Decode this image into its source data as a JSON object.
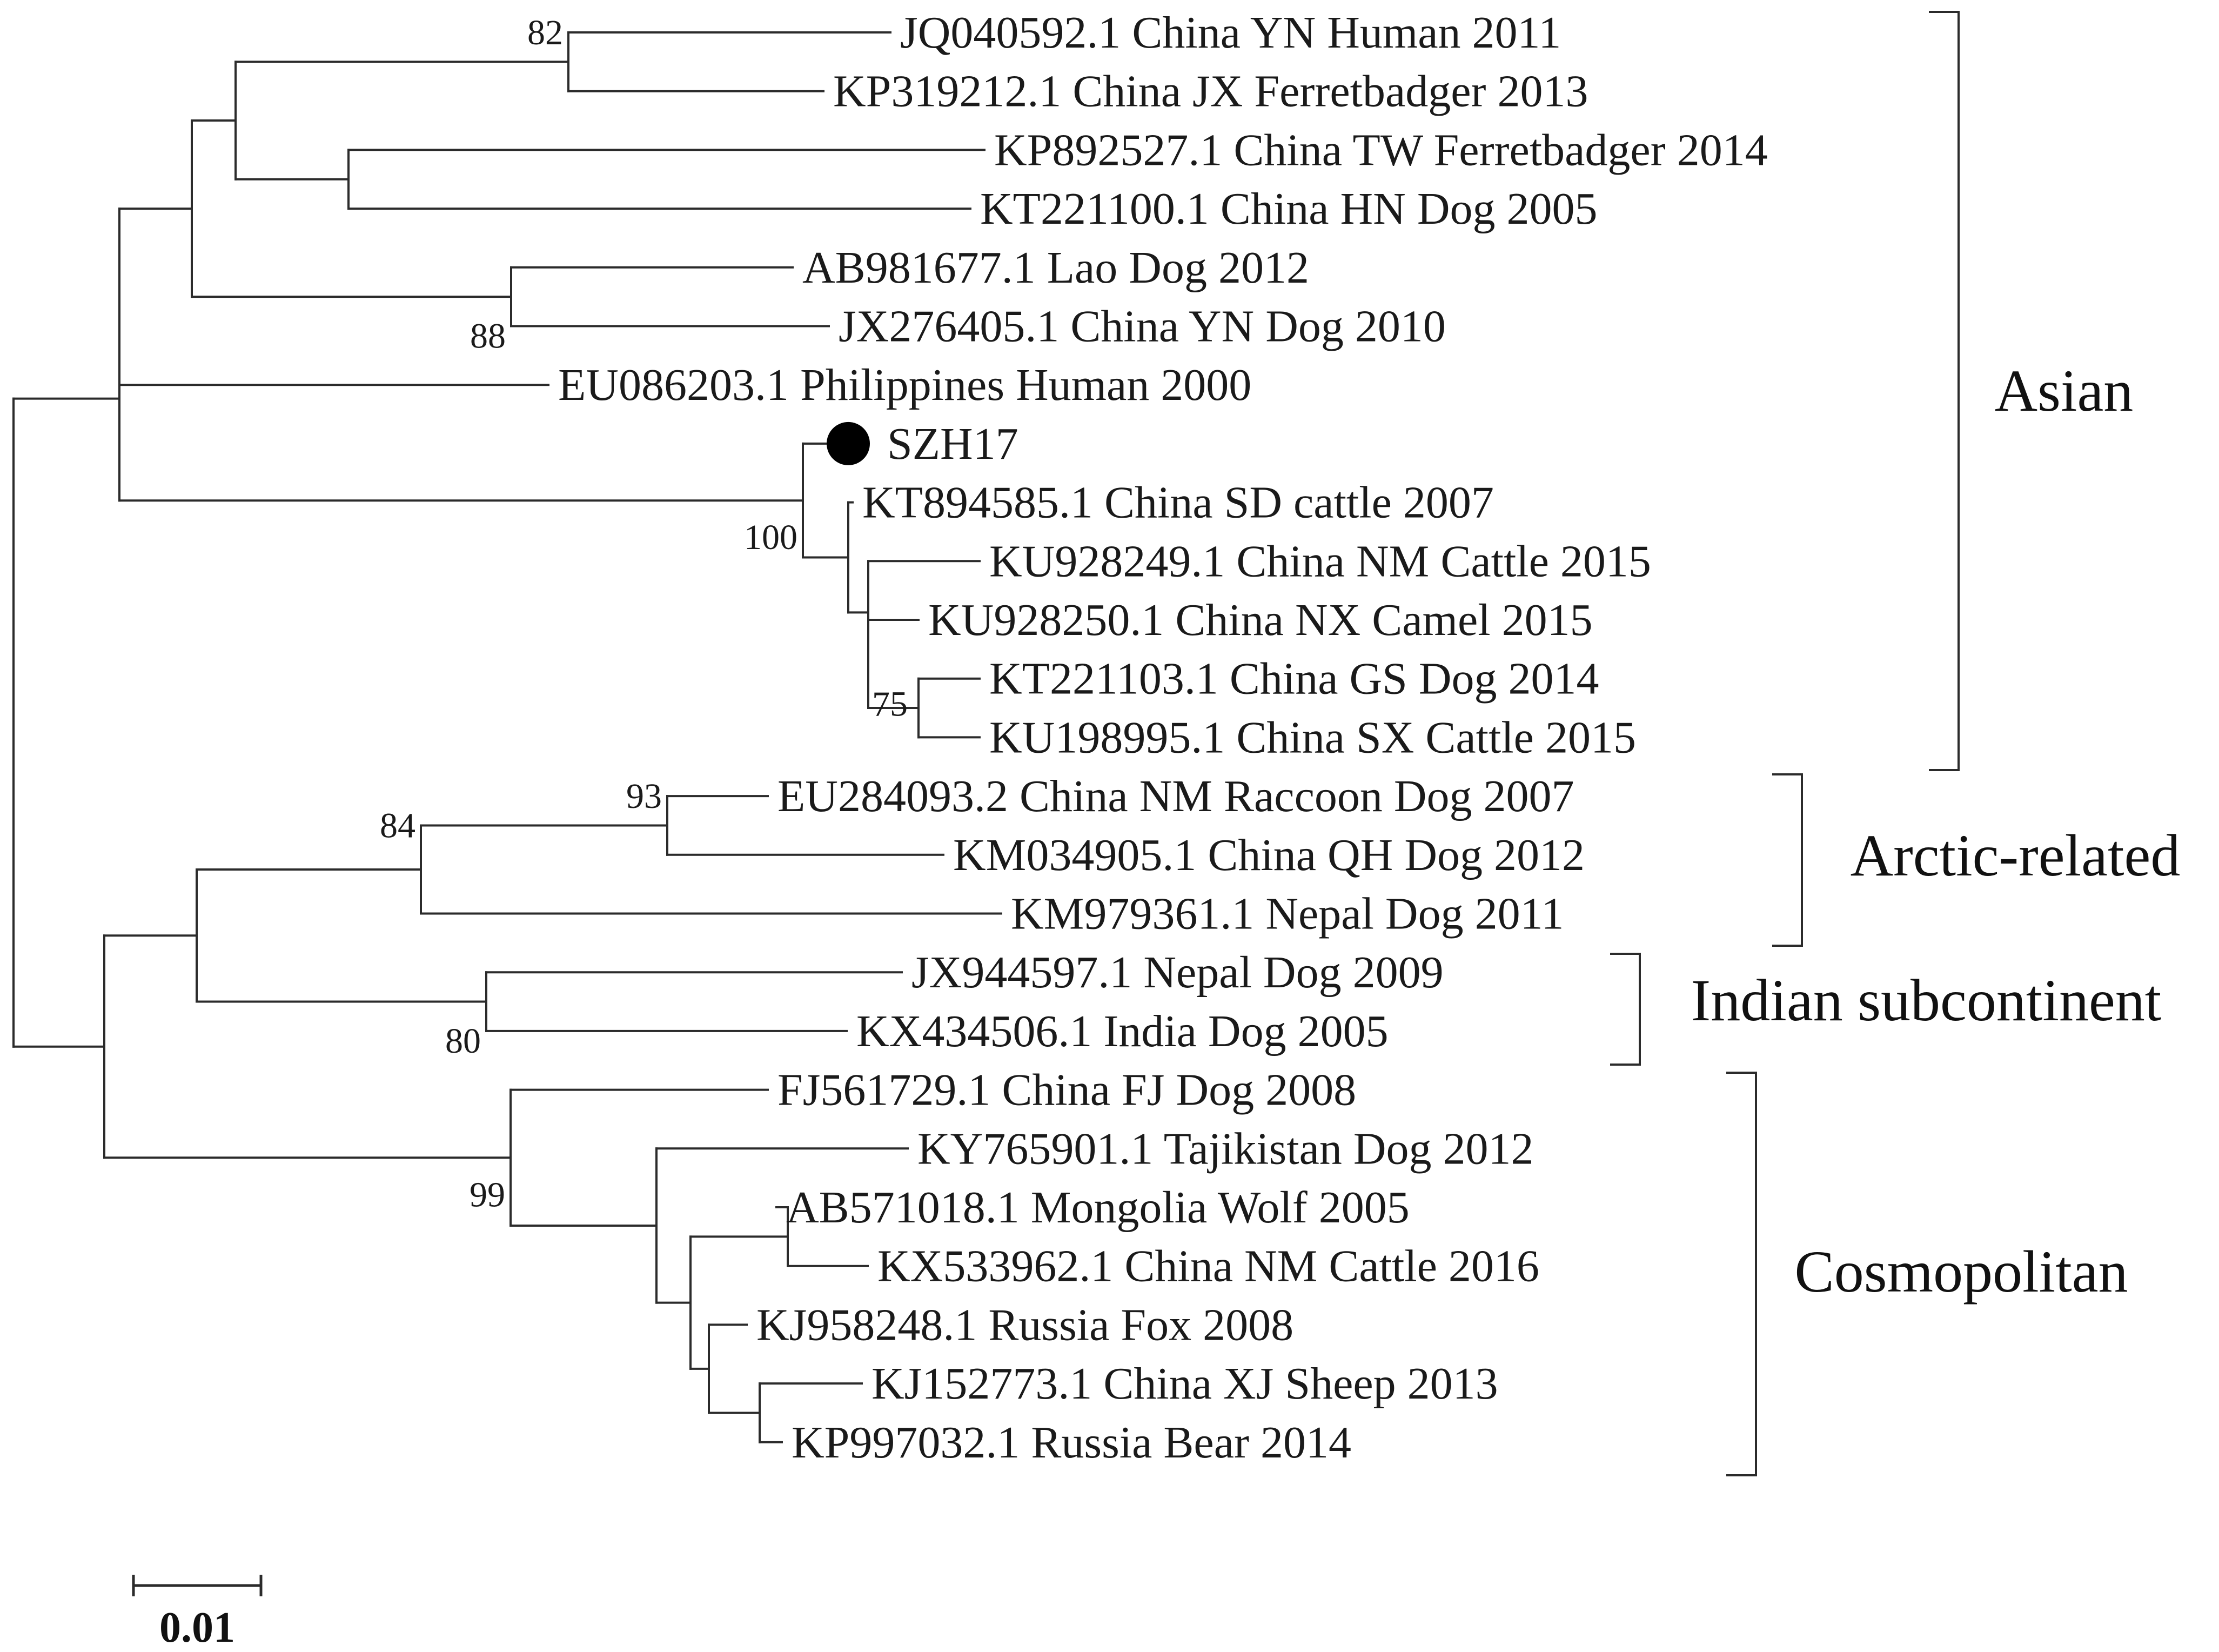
{
  "leaves": [
    {
      "id": "L1",
      "label": "JQ040592.1 China YN Human 2011"
    },
    {
      "id": "L2",
      "label": "KP319212.1 China JX Ferretbadger 2013"
    },
    {
      "id": "L3",
      "label": "KP892527.1 China TW Ferretbadger 2014"
    },
    {
      "id": "L4",
      "label": "KT221100.1 China HN Dog 2005"
    },
    {
      "id": "L5",
      "label": "AB981677.1 Lao Dog 2012"
    },
    {
      "id": "L6",
      "label": "JX276405.1 China YN Dog 2010"
    },
    {
      "id": "L7",
      "label": "EU086203.1 Philippines Human 2000"
    },
    {
      "id": "L8",
      "label": "SZH17",
      "marker": "filled-circle"
    },
    {
      "id": "L9",
      "label": "KT894585.1 China SD cattle 2007"
    },
    {
      "id": "L10",
      "label": "KU928249.1 China NM Cattle 2015"
    },
    {
      "id": "L11",
      "label": "KU928250.1 China NX Camel 2015"
    },
    {
      "id": "L12",
      "label": "KT221103.1 China GS Dog 2014"
    },
    {
      "id": "L13",
      "label": "KU198995.1 China SX Cattle 2015"
    },
    {
      "id": "L14",
      "label": "EU284093.2 China NM Raccoon Dog 2007"
    },
    {
      "id": "L15",
      "label": "KM034905.1 China QH Dog 2012"
    },
    {
      "id": "L16",
      "label": "KM979361.1 Nepal Dog 2011"
    },
    {
      "id": "L17",
      "label": "JX944597.1 Nepal Dog 2009"
    },
    {
      "id": "L18",
      "label": "KX434506.1 India Dog 2005"
    },
    {
      "id": "L19",
      "label": "FJ561729.1 China FJ Dog 2008"
    },
    {
      "id": "L20",
      "label": "KY765901.1 Tajikistan Dog 2012"
    },
    {
      "id": "L21",
      "label": "AB571018.1 Mongolia Wolf 2005"
    },
    {
      "id": "L22",
      "label": "KX533962.1 China NM Cattle 2016"
    },
    {
      "id": "L23",
      "label": "KJ958248.1 Russia Fox 2008"
    },
    {
      "id": "L24",
      "label": "KJ152773.1 China XJ Sheep 2013"
    },
    {
      "id": "L25",
      "label": "KP997032.1 Russia Bear 2014"
    }
  ],
  "bootstrap_values": [
    "82",
    "88",
    "100",
    "75",
    "93",
    "84",
    "80",
    "99"
  ],
  "clades": [
    {
      "name": "Asian",
      "members": [
        "L1",
        "L13"
      ]
    },
    {
      "name": "Arctic-related",
      "members": [
        "L14",
        "L16"
      ]
    },
    {
      "name": "Indian subcontinent",
      "members": [
        "L17",
        "L18"
      ]
    },
    {
      "name": "Cosmopolitan",
      "members": [
        "L19",
        "L25"
      ]
    }
  ],
  "scale_bar": {
    "label": "0.01",
    "value": 0.01
  }
}
